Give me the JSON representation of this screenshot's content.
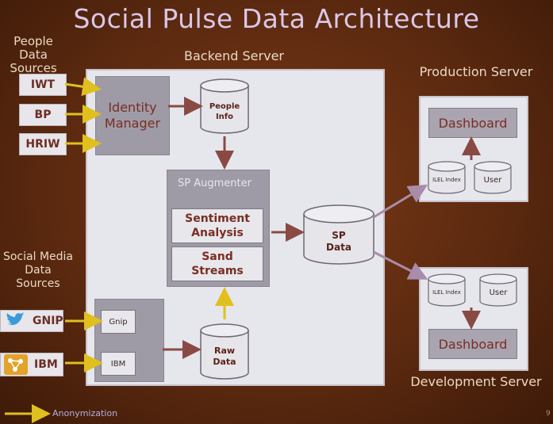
{
  "title": "Social Pulse Data Architecture",
  "people_sources": {
    "heading_line1": "People Data",
    "heading_line2": "Sources",
    "items": [
      "IWT",
      "BP",
      "HRIW"
    ]
  },
  "social_sources": {
    "heading_line1": "Social Media",
    "heading_line2": "Data",
    "heading_line3": "Sources",
    "gnip": "GNIP",
    "ibm": "IBM"
  },
  "backend": {
    "heading": "Backend Server",
    "identity_line1": "Identity",
    "identity_line2": "Manager",
    "people_info_line1": "People",
    "people_info_line2": "Info",
    "augmenter": "SP Augmenter",
    "sentiment_line1": "Sentiment",
    "sentiment_line2": "Analysis",
    "sand_line1": "Sand",
    "sand_line2": "Streams",
    "gnip_box": "Gnip",
    "ibm_box": "IBM",
    "raw_line1": "Raw",
    "raw_line2": "Data",
    "sp_line1": "SP",
    "sp_line2": "Data"
  },
  "production": {
    "heading": "Production Server",
    "dashboard": "Dashboard",
    "index": "ILEL Index",
    "user": "User"
  },
  "development": {
    "heading": "Development Server",
    "dashboard": "Dashboard",
    "index": "ILEL Index",
    "user": "User"
  },
  "legend": {
    "label": "Anonymization"
  },
  "page_number": "9",
  "colors": {
    "background": "#5e2a0f",
    "anonymization_arrow": "#e0c01e",
    "flow_arrow": "#8a4a44",
    "text_dark_red": "#7a2d22"
  }
}
